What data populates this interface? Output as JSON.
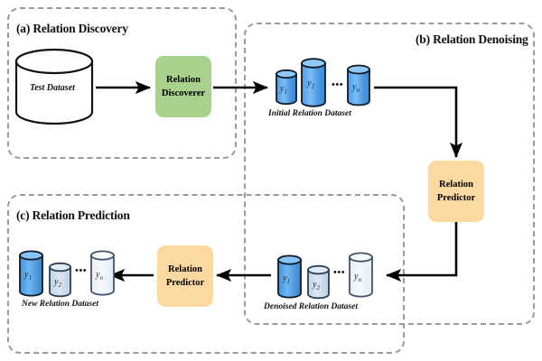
{
  "figure": {
    "panels": [
      {
        "id": "a",
        "title": "(a) Relation Discovery"
      },
      {
        "id": "b",
        "title": "(b) Relation Denoising"
      },
      {
        "id": "c",
        "title": "(c) Relation Prediction"
      }
    ]
  },
  "boxes": {
    "discoverer": {
      "line1": "Relation",
      "line2": "Discoverer",
      "color": "#a9d18e"
    },
    "predictor_b": {
      "line1": "Relation",
      "line2": "Predictor",
      "color": "#fbd9a0"
    },
    "predictor_c": {
      "line1": "Relation",
      "line2": "Predictor",
      "color": "#fbd9a0"
    }
  },
  "datastores": {
    "test": {
      "caption": "Test Dataset",
      "color": "#ffffff"
    },
    "initial": {
      "caption": "Initial Relation Dataset",
      "ellipsis": "•••",
      "items": [
        {
          "label": "y",
          "sub": "1",
          "fill": "#5ea9ee"
        },
        {
          "label": "y",
          "sub": "2",
          "fill": "#5ea9ee"
        },
        {
          "label": "y",
          "sub": "n",
          "fill": "#5ea9ee"
        }
      ]
    },
    "denoised": {
      "caption": "Denoised Relation Dataset",
      "ellipsis": "•••",
      "items": [
        {
          "label": "y",
          "sub": "1",
          "fill": "#4a9ae8"
        },
        {
          "label": "y",
          "sub": "2",
          "fill": "#c3d6ea"
        },
        {
          "label": "y",
          "sub": "n",
          "fill": "#eef2f8"
        }
      ]
    },
    "new": {
      "caption": "New Relation Dataset",
      "ellipsis": "•••",
      "items": [
        {
          "label": "y",
          "sub": "1",
          "fill": "#4a9ae8"
        },
        {
          "label": "y",
          "sub": "2",
          "fill": "#ccdaea"
        },
        {
          "label": "y",
          "sub": "n",
          "fill": "#eef2f8"
        }
      ]
    }
  },
  "style": {
    "panel_border": "#9a9a9a",
    "arrow_color": "#000000",
    "cylinder_stroke": "#111111"
  }
}
